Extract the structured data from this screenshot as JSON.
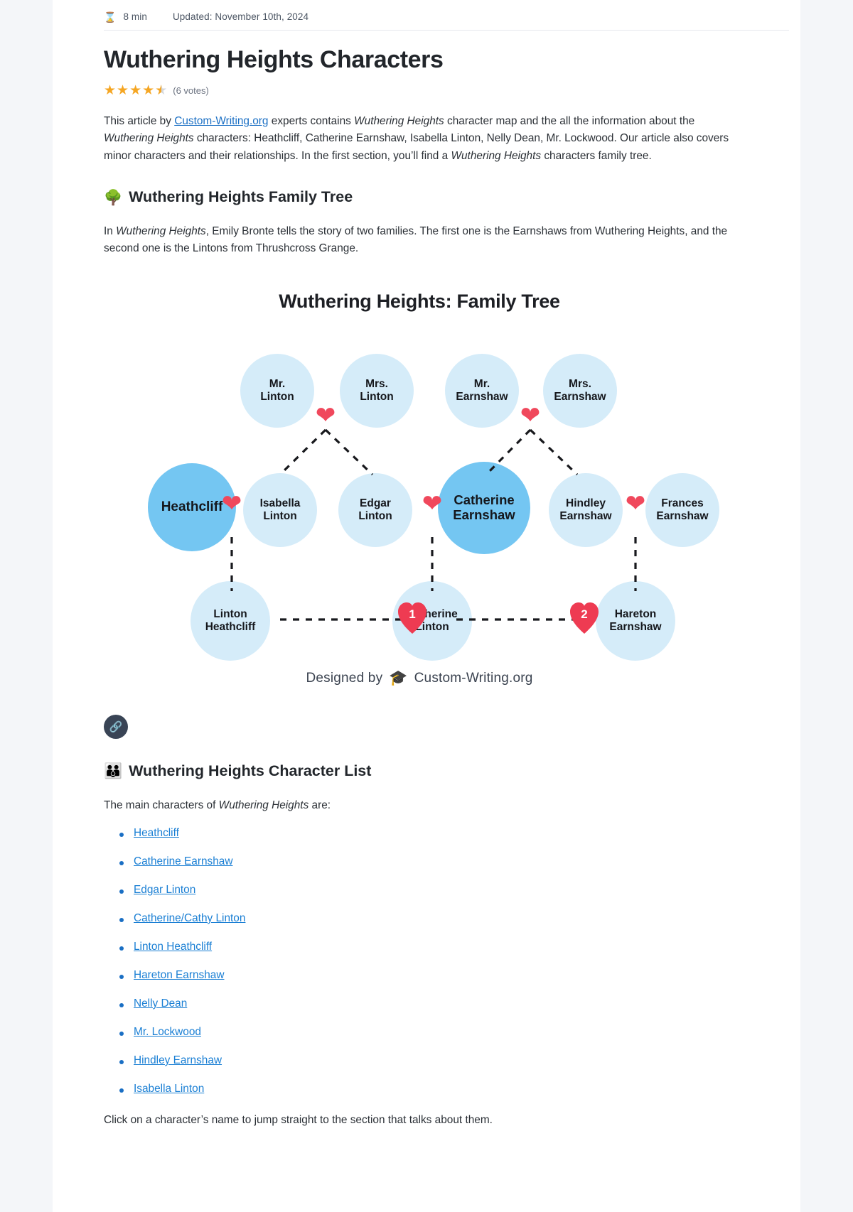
{
  "meta": {
    "read_time_icon": "hourglass-icon",
    "read_time": "8 min",
    "updated": "Updated: November 10th, 2024"
  },
  "page_title": "Wuthering Heights Characters",
  "rating": {
    "stars_filled": 4,
    "stars_half": 1,
    "votes_label": "(6 votes)"
  },
  "intro": {
    "part1": "This article by ",
    "link_text": "Custom-Writing.org",
    "part2": " experts contains ",
    "em1": "Wuthering Heights",
    "part3": " character map and the all the information about the ",
    "em2": "Wuthering Heights",
    "part4": " characters: Heathcliff, Catherine Earnshaw, Isabella Linton, Nelly Dean, Mr. Lockwood. Our article also covers minor characters and their relationships. In the first section, you’ll find a ",
    "em3": "Wuthering Heights",
    "part5": " characters family tree."
  },
  "family_tree_section": {
    "emoji": "🌳",
    "emoji_name": "deciduous-tree-icon",
    "heading": "Wuthering Heights Family Tree",
    "paragraph_part1": "In ",
    "paragraph_em": "Wuthering Heights",
    "paragraph_part2": ", Emily Bronte tells the story of two families. The first one is the Earnshaws from Wuthering Heights, and the second one is the Lintons from Thrushcross Grange."
  },
  "infographic": {
    "title": "Wuthering Heights: Family Tree",
    "nodes": {
      "mr_linton": "Mr.\nLinton",
      "mrs_linton": "Mrs.\nLinton",
      "mr_earnshaw": "Mr.\nEarnshaw",
      "mrs_earnshaw": "Mrs.\nEarnshaw",
      "heathcliff": "Heathcliff",
      "isabella_linton": "Isabella\nLinton",
      "edgar_linton": "Edgar\nLinton",
      "catherine_earnshaw": "Catherine\nEarnshaw",
      "hindley_earnshaw": "Hindley\nEarnshaw",
      "frances_earnshaw": "Frances\nEarnshaw",
      "linton_heathcliff": "Linton\nHeathcliff",
      "catherine_linton": "Catherine\nLinton",
      "hareton_earnshaw": "Hareton\nEarnshaw"
    },
    "marriage_badges": {
      "first": "1",
      "second": "2"
    },
    "credit_prefix": "Designed by",
    "credit_brand": "Custom-Writing.org",
    "credit_icon": "graduation-cap-pen-icon",
    "colors": {
      "node_fill": "#d5ecf9",
      "node_highlight": "#74c6f2",
      "heart": "#ee3b52",
      "dash": "#18191d"
    }
  },
  "copy_link_button": {
    "icon": "link-icon",
    "label": ""
  },
  "character_list_section": {
    "emoji": "👪",
    "emoji_name": "family-icon",
    "heading": "Wuthering Heights Character List",
    "lead_part1": "The main characters of ",
    "lead_em": "Wuthering Heights",
    "lead_part2": " are:",
    "items": [
      "Heathcliff",
      "Catherine Earnshaw",
      "Edgar Linton",
      "Catherine/Cathy Linton",
      "Linton Heathcliff",
      "Hareton Earnshaw",
      "Nelly Dean",
      "Mr. Lockwood ",
      "Hindley Earnshaw",
      "Isabella Linton "
    ],
    "closing": "Click on a character’s name to jump straight to the section that talks about them."
  }
}
